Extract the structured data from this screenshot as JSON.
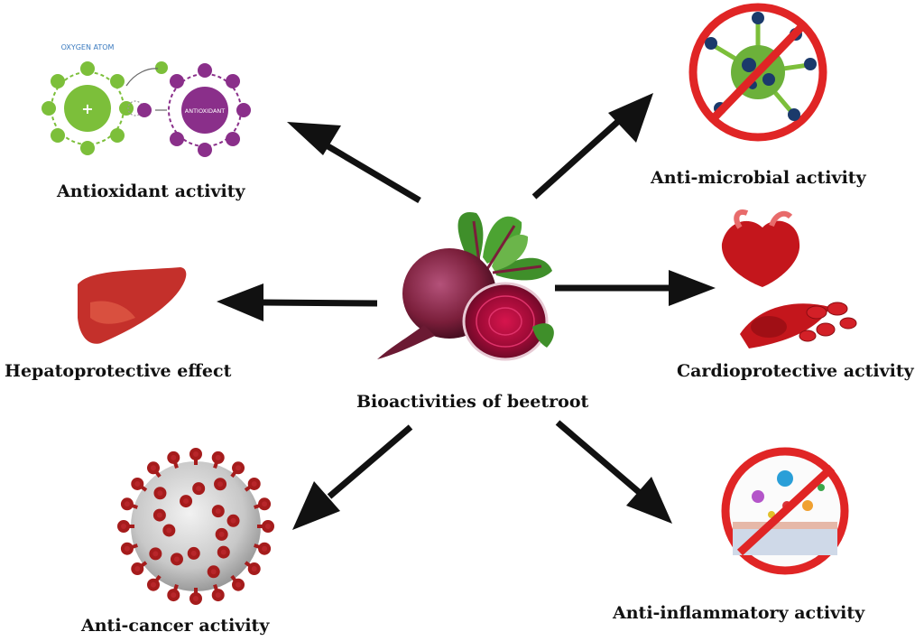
{
  "center": {
    "label": "Bioactivities of beetroot",
    "icon": "beetroot-icon"
  },
  "antioxidant": {
    "label": "Antioxidant activity",
    "icon": "antioxidant-diagram-icon",
    "inner_text_left": "OXYGEN ATOM",
    "inner_text_right": "ANTIOXIDANT"
  },
  "antimicrobial": {
    "label": "Anti-microbial activity",
    "icon": "no-microbe-icon"
  },
  "hepatoprotective": {
    "label": "Hepatoprotective effect",
    "icon": "liver-icon"
  },
  "cardioprotective": {
    "label": "Cardioprotective activity",
    "icon": "heart-blood-vessel-icon"
  },
  "anticancer": {
    "label": "Anti-cancer activity",
    "icon": "cancer-cell-icon"
  },
  "antiinflammatory": {
    "label": "Anti-inflammatory activity",
    "icon": "no-inflammation-icon"
  },
  "colors": {
    "arrow": "#111111",
    "beet": "#7a1e3a",
    "leaf": "#3f8f2a",
    "green_atom": "#7cbf3a",
    "purple": "#8a2f8a",
    "red_ban": "#e02525",
    "liver": "#c4302b",
    "blood": "#c4161c"
  }
}
